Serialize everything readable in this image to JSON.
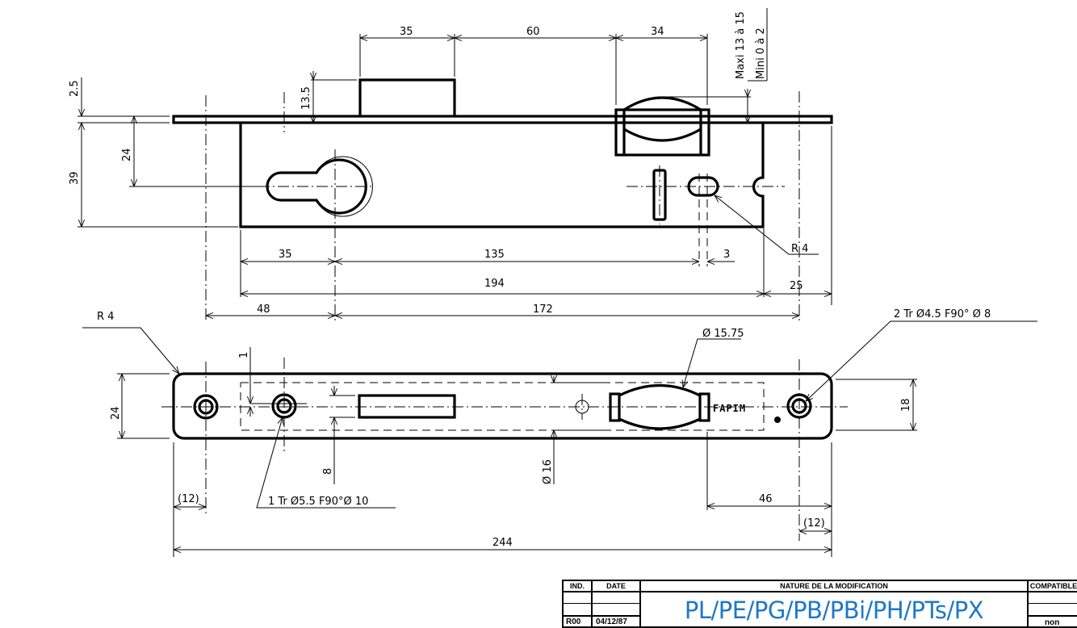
{
  "drawing": {
    "top_view": {
      "dimensions": {
        "bolt_width": "35",
        "bolt_to_latch": "60",
        "latch_width": "34",
        "bolt_projection": "13.5",
        "faceplate_thickness": "2.5",
        "case_height": "39",
        "cylinder_offset": "24",
        "backset": "35",
        "cylinder_to_follower": "135",
        "follower_offset": "3",
        "case_length": "194",
        "faceplate_overhang": "25",
        "fix_to_cylinder": "48",
        "cylinder_to_fix": "172",
        "radius_label": "R 4",
        "maxi_note": "Maxi 13 à 15",
        "mini_note": "Mini 0 à 2"
      }
    },
    "front_view": {
      "dimensions": {
        "corner_radius": "R 4",
        "faceplate_width": "24",
        "offset_small": "1",
        "slot_offset": "8",
        "left_edge_to_hole": "(12)",
        "hole_note_left": "1 Tr Ø5.5  F90°Ø  10",
        "latch_diameter": "Ø 15.75",
        "roller_diameter": "Ø 16",
        "hole_note_right": "2  Tr Ø4.5  F90°  Ø  8",
        "inner_height": "18",
        "latch_to_edge": "46",
        "right_edge_to_hole": "(12)",
        "overall_length": "244"
      },
      "brand_mark": "FAPIM"
    }
  },
  "title_block": {
    "headers": {
      "ind": "IND.",
      "date": "DATE",
      "nature": "NATURE   DE   LA   MODIFICATION",
      "compat": "COMPATIBLE"
    },
    "row": {
      "ind": "R00",
      "date": "04/12/87",
      "compat": "non"
    },
    "models": "PL/PE/PG/PB/PBi/PH/PTs/PX",
    "models_color": "#1f78c8"
  }
}
